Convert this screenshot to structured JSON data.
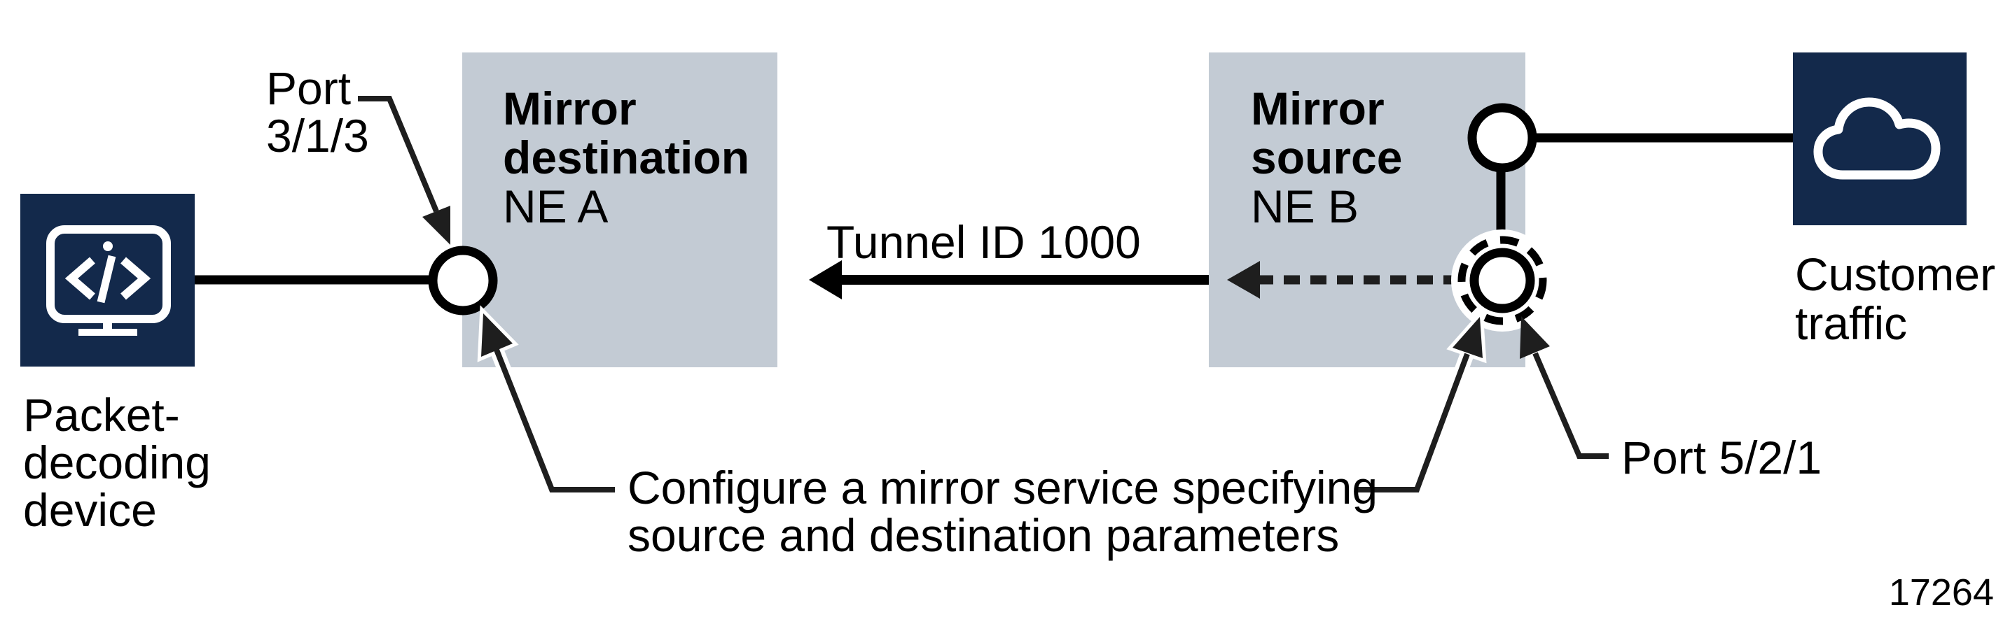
{
  "figure": {
    "number": "17264"
  },
  "colors": {
    "navy": "#13294b",
    "node_gray": "#c3cbd4",
    "line_black": "#000000",
    "annotation_black": "#1e1e1e",
    "white": "#ffffff"
  },
  "nodes": {
    "ne_a": {
      "line1": "Mirror",
      "line2": "destination",
      "line3": "NE A"
    },
    "ne_b": {
      "line1": "Mirror",
      "line2": "source",
      "line3": "NE B"
    },
    "packet_device": {
      "line1": "Packet-",
      "line2": "decoding",
      "line3": "device"
    },
    "customer": {
      "line1": "Customer",
      "line2": "traffic"
    }
  },
  "labels": {
    "port_a": {
      "line1": "Port",
      "line2": "3/1/3"
    },
    "port_b": "Port 5/2/1",
    "tunnel": "Tunnel ID 1000",
    "configure": {
      "line1": "Configure a mirror service specifying",
      "line2": "source and destination parameters"
    }
  },
  "icons": {
    "packet_device": "code-monitor-icon",
    "customer": "cloud-icon",
    "ports": [
      "port-circle",
      "port-circle",
      "dashed-port-circle"
    ]
  }
}
